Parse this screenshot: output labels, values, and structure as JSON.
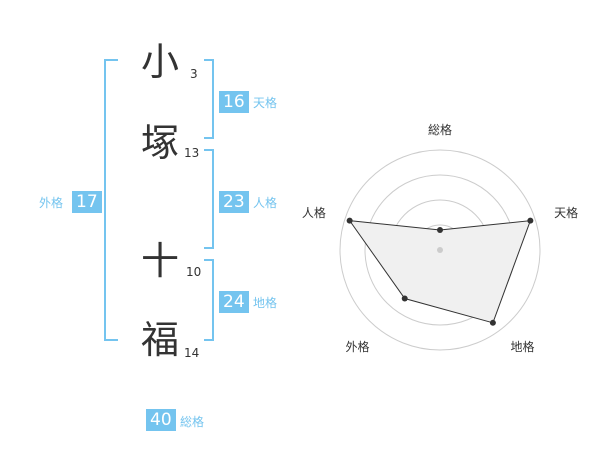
{
  "name": {
    "chars": [
      {
        "char": "小",
        "strokes": "3"
      },
      {
        "char": "塚",
        "strokes": "13"
      },
      {
        "char": "十",
        "strokes": "10"
      },
      {
        "char": "福",
        "strokes": "14"
      }
    ]
  },
  "fortunes": {
    "tenkaku": {
      "value": "16",
      "label": "天格"
    },
    "jinkaku": {
      "value": "23",
      "label": "人格"
    },
    "chikaku": {
      "value": "24",
      "label": "地格"
    },
    "gaikaku": {
      "value": "17",
      "label": "外格"
    },
    "soukaku": {
      "value": "40",
      "label": "総格"
    }
  },
  "colors": {
    "accent": "#74c4ef",
    "text": "#333333",
    "grid": "#cccccc",
    "fill": "#f0f0f0"
  },
  "chart_data": {
    "type": "radar",
    "axes": [
      "総格",
      "天格",
      "地格",
      "外格",
      "人格"
    ],
    "values": [
      0.2,
      0.95,
      0.9,
      0.6,
      0.95
    ],
    "max": 1,
    "rings": 4
  }
}
